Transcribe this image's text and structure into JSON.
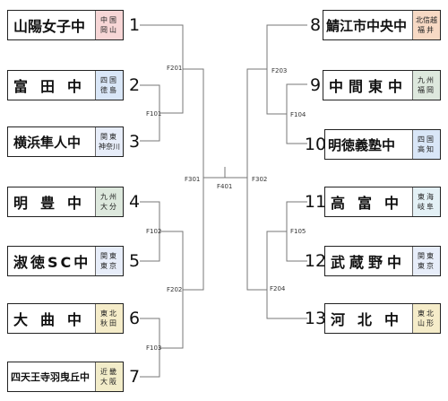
{
  "teams": [
    {
      "seed": "1",
      "name": "山陽女子中",
      "region": [
        "中国",
        "岡山"
      ],
      "color": "#f7d6d6"
    },
    {
      "seed": "2",
      "name": "富田中",
      "region": [
        "四国",
        "徳島"
      ],
      "color": "#d9e6f7"
    },
    {
      "seed": "3",
      "name": "横浜隼人中",
      "region": [
        "関東",
        "神奈川"
      ],
      "color": "#e7edf9"
    },
    {
      "seed": "4",
      "name": "明豊中",
      "region": [
        "九州",
        "大分"
      ],
      "color": "#dde8dd"
    },
    {
      "seed": "5",
      "name": "淑徳SC中",
      "region": [
        "関東",
        "東京"
      ],
      "color": "#e7edf9"
    },
    {
      "seed": "6",
      "name": "大曲中",
      "region": [
        "東北",
        "秋田"
      ],
      "color": "#f5ecc9"
    },
    {
      "seed": "7",
      "name": "四天王寺羽曳丘中",
      "region": [
        "近畿",
        "大阪"
      ],
      "color": "#f2ecc9"
    },
    {
      "seed": "8",
      "name": "鯖江市中央中",
      "region": [
        "北信越",
        "福井"
      ],
      "color": "#f7d9c4"
    },
    {
      "seed": "9",
      "name": "中間東中",
      "region": [
        "九州",
        "福岡"
      ],
      "color": "#dde8dd"
    },
    {
      "seed": "10",
      "name": "明徳義塾中",
      "region": [
        "四国",
        "高知"
      ],
      "color": "#d9e6f7"
    },
    {
      "seed": "11",
      "name": "高富中",
      "region": [
        "東海",
        "岐阜"
      ],
      "color": "#e3f0f5"
    },
    {
      "seed": "12",
      "name": "武蔵野中",
      "region": [
        "関東",
        "東京"
      ],
      "color": "#e7edf9"
    },
    {
      "seed": "13",
      "name": "河北中",
      "region": [
        "東北",
        "山形"
      ],
      "color": "#f5ecc9"
    }
  ],
  "matches": [
    "F201",
    "F101",
    "F301",
    "F102",
    "F202",
    "F103",
    "F401",
    "F203",
    "F104",
    "F302",
    "F105",
    "F204"
  ]
}
